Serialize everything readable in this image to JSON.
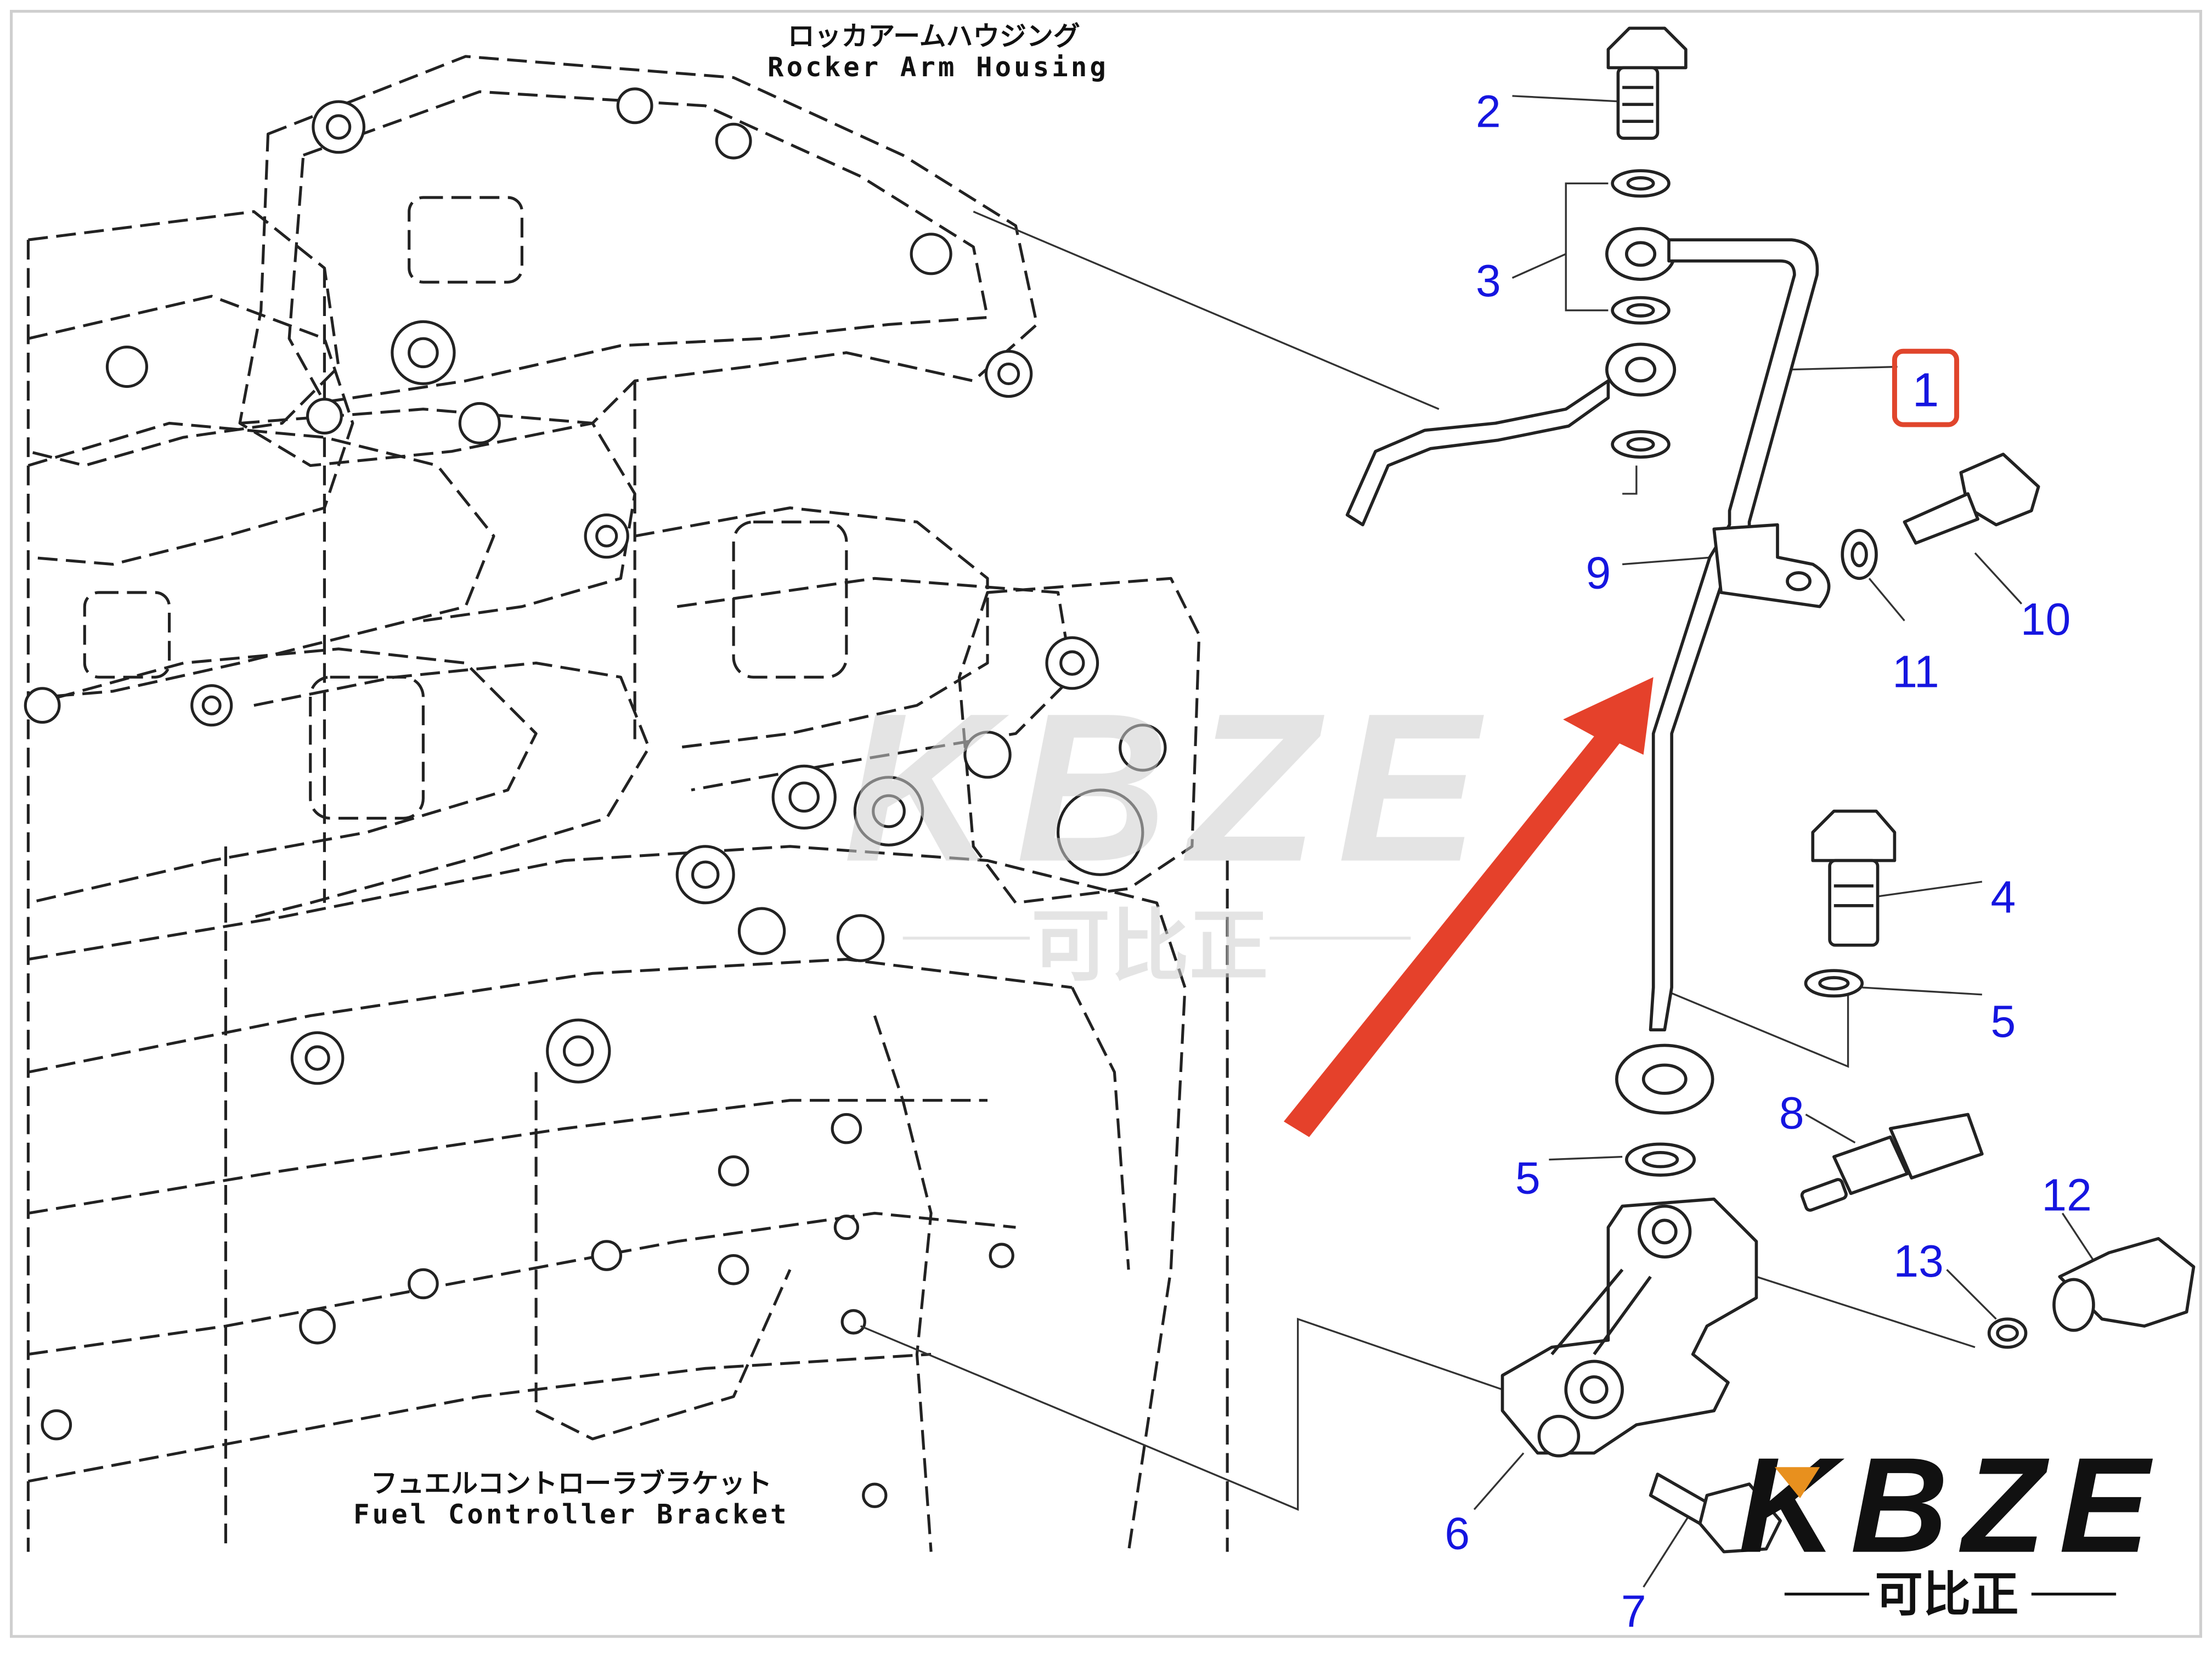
{
  "labels": {
    "rocker_jp": "ロッカアームハウジング",
    "rocker_en": "Rocker Arm Housing",
    "fuel_jp": "フュエルコントローラブラケット",
    "fuel_en": "Fuel Controller Bracket"
  },
  "callouts": {
    "p1": "1",
    "p2": "2",
    "p3": "3",
    "p4": "4",
    "p5a": "5",
    "p5b": "5",
    "p6": "6",
    "p7": "7",
    "p8": "8",
    "p9": "9",
    "p10": "10",
    "p11": "11",
    "p12": "12",
    "p13": "13"
  },
  "highlighted_part": "1",
  "watermark": {
    "center_brand": "KBZE",
    "center_sub": "可比正",
    "corner_brand": "KBZE",
    "corner_sub": "可比正"
  },
  "colors": {
    "callout_text": "#1515e0",
    "highlight_box": "#e0452c",
    "arrow": "#e5412b",
    "brand_dark": "#111111",
    "brand_accent": "#e8901e",
    "watermark_gray": "#d6d6d6"
  }
}
